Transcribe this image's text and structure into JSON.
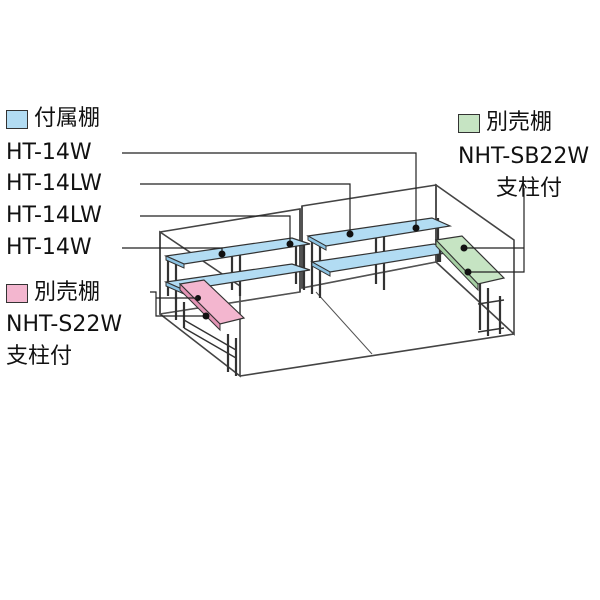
{
  "legend_included": {
    "text": "付属棚",
    "color": "#b2dcf3"
  },
  "legend_sold_right": {
    "text": "別売棚",
    "color": "#c6e4c3"
  },
  "legend_sold_left": {
    "text": "別売棚",
    "color": "#f3b6cf"
  },
  "left_labels": [
    "HT-14W",
    "HT-14LW",
    "HT-14LW",
    "HT-14W"
  ],
  "left_sold_model": "NHT-S22W",
  "left_sold_note": "支柱付",
  "right_sold_model": "NHT-SB22W",
  "right_sold_note": "支柱付",
  "colors": {
    "line": "#333333",
    "frame": "#3a3a3a",
    "shelf_blue": "#b2dcf3",
    "shelf_green": "#c6e4c3",
    "shelf_pink": "#f3b6cf"
  }
}
